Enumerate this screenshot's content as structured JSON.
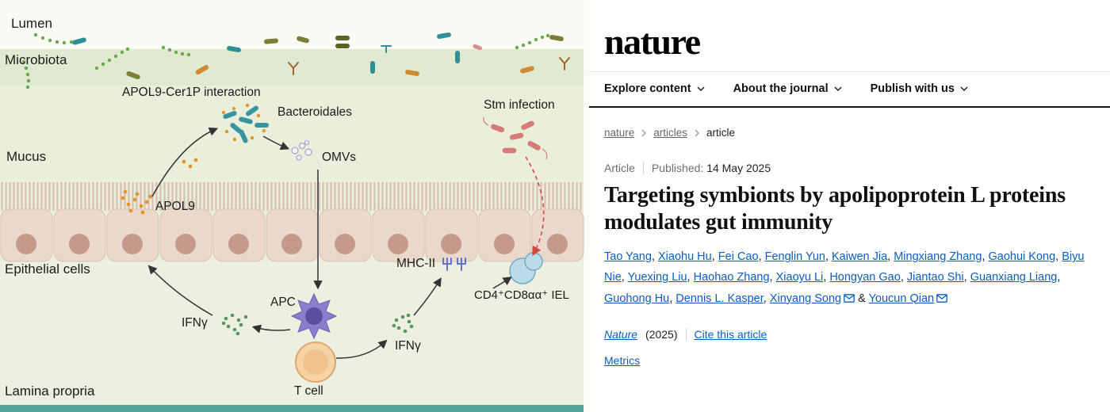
{
  "figure": {
    "labels": {
      "lumen": "Lumen",
      "microbiota": "Microbiota",
      "mucus": "Mucus",
      "epithelial": "Epithelial cells",
      "lamina": "Lamina propria",
      "apol9_cer1p": "APOL9-Cer1P interaction",
      "bacteroidales": "Bacteroidales",
      "omvs": "OMVs",
      "stm": "Stm infection",
      "apol9": "APOL9",
      "mhc2": "MHC-II",
      "iel": "CD4⁺CD8αα⁺ IEL",
      "apc": "APC",
      "ifng_left": "IFNγ",
      "ifng_right": "IFNγ",
      "tcell": "T cell"
    },
    "colors": {
      "figure_bg": "#e9efda",
      "epithelium": "#ead8cd",
      "apc_cell": "#8a7ecc",
      "t_cell": "#f6d3a4",
      "iel_cell": "#bcdbe8",
      "stm_bacteria": "#d97b77",
      "apol9_dots": "#e2952e",
      "ifng_dots": "#53985e",
      "bottom_bar": "#55a79a"
    }
  },
  "site": {
    "logo": "nature",
    "nav": [
      {
        "label": "Explore content"
      },
      {
        "label": "About the journal"
      },
      {
        "label": "Publish with us"
      }
    ],
    "breadcrumbs": [
      "nature",
      "articles",
      "article"
    ]
  },
  "article": {
    "type_label": "Article",
    "published_label": "Published:",
    "published_date": "14 May 2025",
    "title": "Targeting symbionts by apolipoprotein L proteins modulates gut immunity",
    "authors": [
      {
        "name": "Tao Yang"
      },
      {
        "name": "Xiaohu Hu"
      },
      {
        "name": "Fei Cao"
      },
      {
        "name": "Fenglin Yun"
      },
      {
        "name": "Kaiwen Jia"
      },
      {
        "name": "Mingxiang Zhang"
      },
      {
        "name": "Gaohui Kong"
      },
      {
        "name": "Biyu Nie"
      },
      {
        "name": "Yuexing Liu"
      },
      {
        "name": "Haohao Zhang"
      },
      {
        "name": "Xiaoyu Li"
      },
      {
        "name": "Hongyan Gao"
      },
      {
        "name": "Jiantao Shi"
      },
      {
        "name": "Guanxiang Liang"
      },
      {
        "name": "Guohong Hu"
      },
      {
        "name": "Dennis L. Kasper"
      },
      {
        "name": "Xinyang Song",
        "email": true
      },
      {
        "name": "Youcun Qian",
        "email": true
      }
    ],
    "journal": "Nature",
    "year": "(2025)",
    "cite_label": "Cite this article",
    "metrics_label": "Metrics",
    "link_color": "#0a5dc2"
  }
}
